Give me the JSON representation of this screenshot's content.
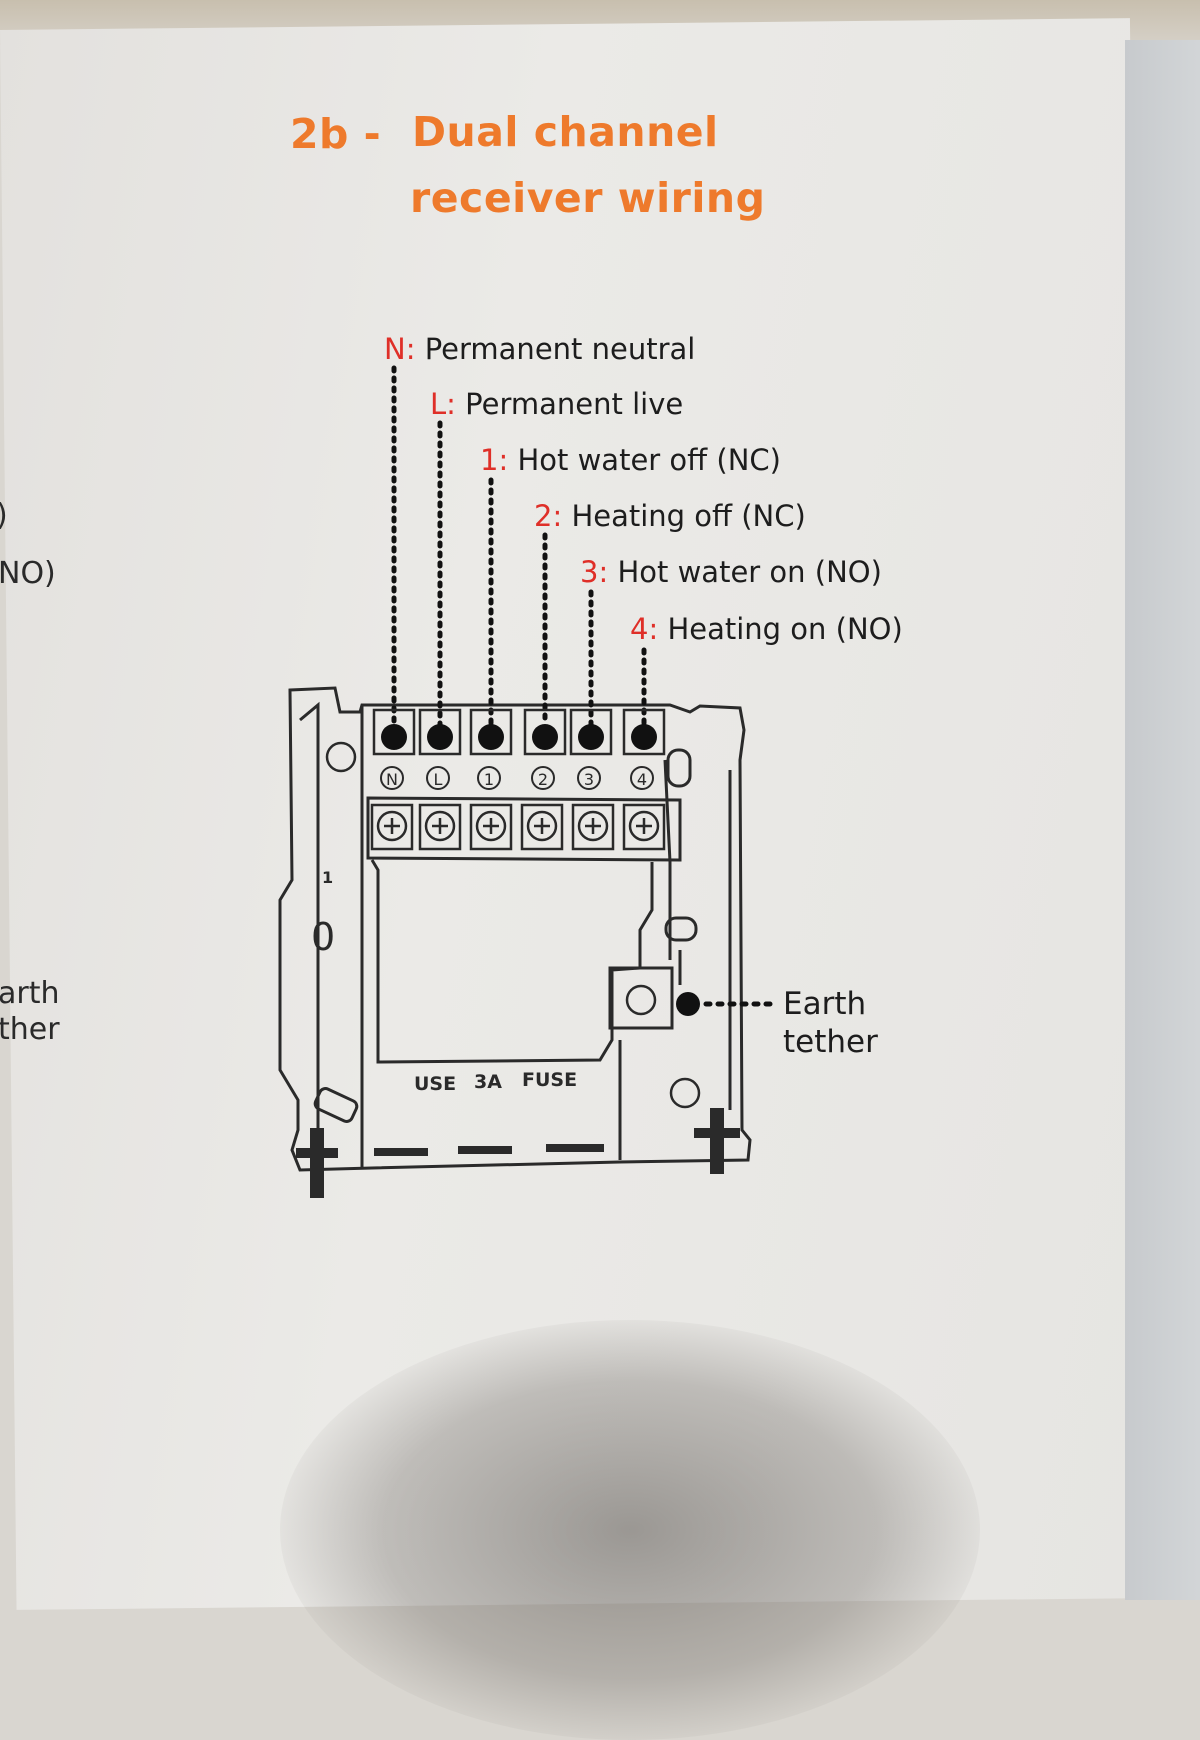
{
  "title": {
    "number": "2b -",
    "line1": "Dual channel",
    "line2": "receiver wiring"
  },
  "labels": [
    {
      "key": "N",
      "text": "Permanent neutral"
    },
    {
      "key": "L",
      "text": "Permanent live"
    },
    {
      "key": "1",
      "text": "Hot water off (NC)"
    },
    {
      "key": "2",
      "text": "Heating off (NC)"
    },
    {
      "key": "3",
      "text": "Hot water on (NO)"
    },
    {
      "key": "4",
      "text": "Heating on (NO)"
    }
  ],
  "separator": ":",
  "terminals": [
    "N",
    "L",
    "1",
    "2",
    "3",
    "4"
  ],
  "board": {
    "side_mark": "1",
    "side_slot": "0",
    "fuse": [
      "USE",
      "3A",
      "FUSE"
    ]
  },
  "earth": {
    "line1": "Earth",
    "line2": "tether"
  },
  "left_page_fragments": {
    "a": ")",
    "b": "NO)",
    "c": "arth",
    "d": "ther"
  },
  "colors": {
    "title": "#ee7a2c",
    "key": "#df2f28"
  }
}
